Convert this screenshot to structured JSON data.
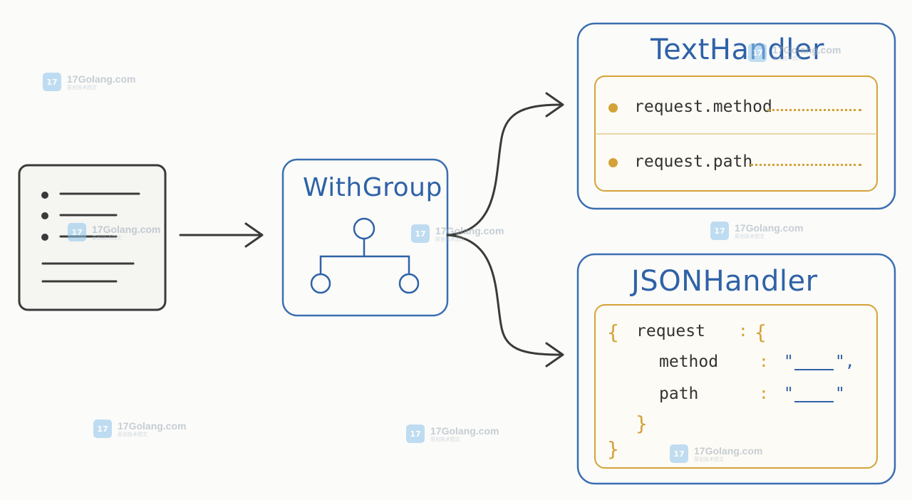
{
  "nodes": {
    "with_group": {
      "title": "WithGroup"
    },
    "text_handler": {
      "title": "TextHandler",
      "lines": [
        "request.method",
        "request.path"
      ]
    },
    "json_handler": {
      "title": "JSONHandler",
      "open_brace": "{",
      "group_key": "request",
      "group_colon": ":",
      "group_open": "{",
      "fields": [
        {
          "key": "method",
          "colon": ":",
          "quote_open": "\"",
          "quote_close": "\",",
          "value": ""
        },
        {
          "key": "path",
          "colon": ":",
          "quote_open": "\"",
          "quote_close": "\"",
          "value": ""
        }
      ],
      "inner_close": "}",
      "outer_close": "}"
    }
  },
  "watermark": {
    "icon_text": "17",
    "text": "17Golang.com",
    "subtext": "原创技术图文"
  },
  "colors": {
    "blue": "#2f62a8",
    "gold": "#d4a239",
    "ink": "#333333"
  }
}
